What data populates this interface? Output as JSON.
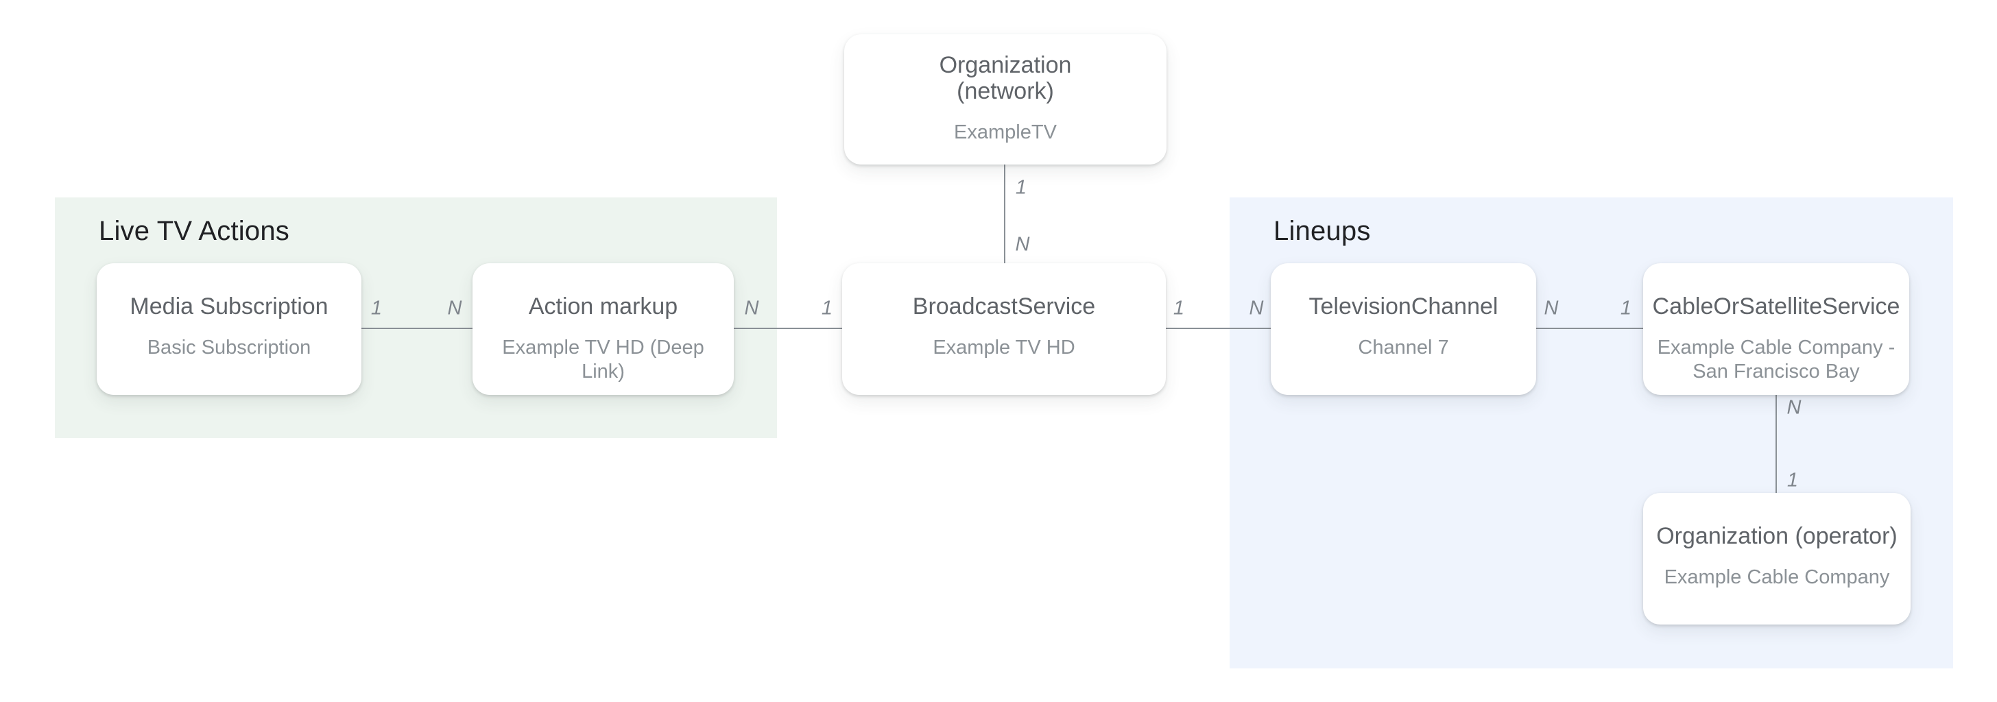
{
  "diagram": {
    "regions": {
      "live_tv_actions": {
        "title": "Live TV Actions"
      },
      "lineups": {
        "title": "Lineups"
      }
    },
    "nodes": {
      "org_network": {
        "title": "Organization\n(network)",
        "subtitle": "ExampleTV"
      },
      "media_subscription": {
        "title": "Media Subscription",
        "subtitle": "Basic Subscription"
      },
      "action_markup": {
        "title": "Action markup",
        "subtitle": "Example TV HD (Deep Link)"
      },
      "broadcast_service": {
        "title": "BroadcastService",
        "subtitle": "Example TV HD"
      },
      "television_channel": {
        "title": "TelevisionChannel",
        "subtitle": "Channel 7"
      },
      "cable_or_satellite_service": {
        "title": "CableOrSatelliteService",
        "subtitle": "Example Cable Company -\nSan Francisco Bay"
      },
      "org_operator": {
        "title": "Organization (operator)",
        "subtitle": "Example Cable Company"
      }
    },
    "edges": [
      {
        "from": "org_network",
        "to": "broadcast_service",
        "from_card": "1",
        "to_card": "N",
        "orientation": "vertical"
      },
      {
        "from": "media_subscription",
        "to": "action_markup",
        "from_card": "1",
        "to_card": "N",
        "orientation": "horizontal"
      },
      {
        "from": "action_markup",
        "to": "broadcast_service",
        "from_card": "N",
        "to_card": "1",
        "orientation": "horizontal"
      },
      {
        "from": "broadcast_service",
        "to": "television_channel",
        "from_card": "1",
        "to_card": "N",
        "orientation": "horizontal"
      },
      {
        "from": "television_channel",
        "to": "cable_or_satellite_service",
        "from_card": "N",
        "to_card": "1",
        "orientation": "horizontal"
      },
      {
        "from": "cable_or_satellite_service",
        "to": "org_operator",
        "from_card": "N",
        "to_card": "1",
        "orientation": "vertical"
      }
    ],
    "colors": {
      "live_tv_region_bg": "#edf4ef",
      "lineups_region_bg": "#eff4fd",
      "connector_line": "#8a9096",
      "node_title_text": "#5f6368",
      "node_subtitle_text": "#8b9196",
      "region_title_text": "#202124",
      "cardinality_text": "#7f858c",
      "node_bg": "#ffffff"
    }
  }
}
